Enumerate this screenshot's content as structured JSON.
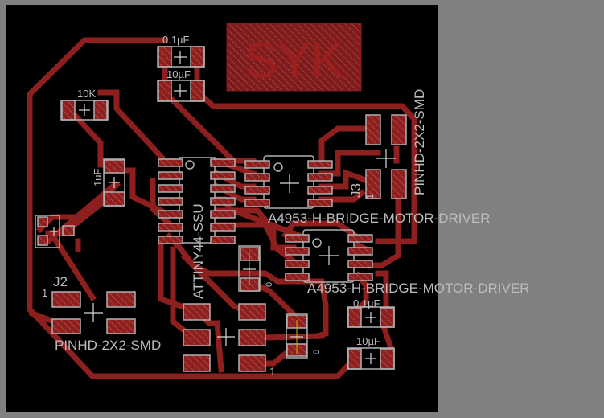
{
  "board": {
    "logo_text": "SYK",
    "colors": {
      "background": "#808080",
      "board": "#000000",
      "copper": "#8e1f1f",
      "silkscreen": "#bcbcbc"
    }
  },
  "components": {
    "cap_top_1": "0.1µF",
    "cap_top_2": "10µF",
    "resistor": "10K",
    "cap_small": "1uF",
    "mcu": "ATTINY44-SSU",
    "driver_1": "A4953-H-BRIDGE-MOTOR-DRIVER",
    "driver_2": "A4953-H-BRIDGE-MOTOR-DRIVER",
    "j3_name": "J3",
    "j3_value": "PINHD-2X2-SMD",
    "j3_pin1": "1",
    "j2_name": "J2",
    "j2_value": "PINHD-2X2-SMD",
    "j2_pin1": "1",
    "led_1_mark": "0",
    "led_2_mark": "0",
    "switch_pin1": "1",
    "cap_bottom_1": "0.1µF",
    "cap_bottom_2": "10µF"
  }
}
